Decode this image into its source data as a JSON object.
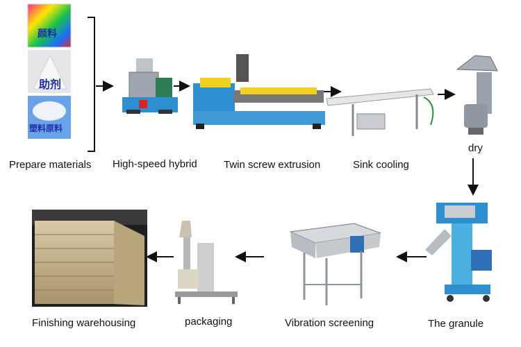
{
  "materials": [
    {
      "name": "pigment",
      "text": "颜料",
      "color": "#1d2fa8"
    },
    {
      "name": "additive",
      "text": "助剂",
      "color": "#1d2fa8"
    },
    {
      "name": "plastic-raw",
      "text": "塑料原料",
      "color": "#1d2fa8"
    }
  ],
  "steps": {
    "prepare": "Prepare  materials",
    "hybrid": "High-speed hybrid",
    "extrusion": "Twin screw extrusion",
    "cooling": "Sink cooling",
    "dry": "dry",
    "granule": "The granule",
    "screening": "Vibration screening",
    "packaging": "packaging",
    "warehousing": "Finishing warehousing"
  },
  "colors": {
    "machine_blue": "#2e8fd0",
    "machine_cyan": "#4ab0e0",
    "motor_green": "#2f7b56",
    "steel": "#c9ccd1",
    "arrow": "#111111"
  }
}
